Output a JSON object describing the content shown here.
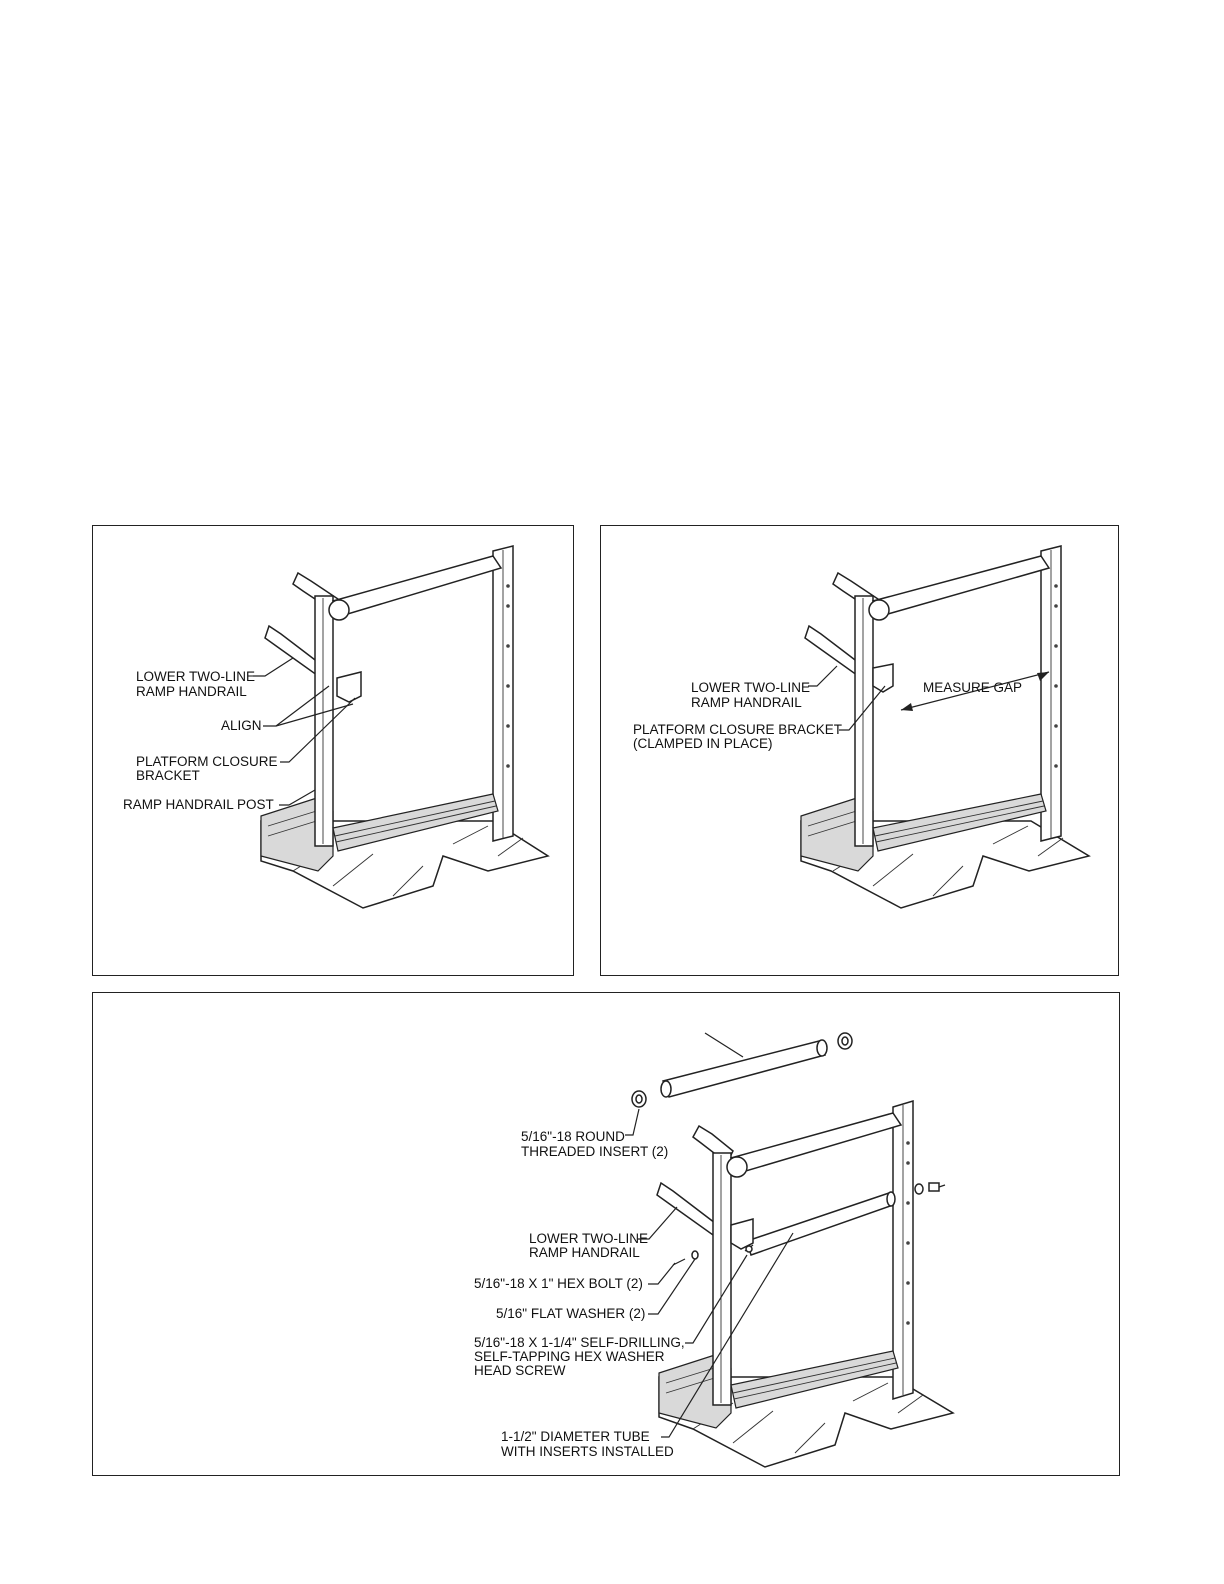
{
  "figure1": {
    "labels": {
      "lower_handrail_1": "LOWER TWO-LINE",
      "lower_handrail_2": "RAMP HANDRAIL",
      "align": "ALIGN",
      "closure_1": "PLATFORM CLOSURE",
      "closure_2": "BRACKET",
      "post": "RAMP HANDRAIL POST"
    }
  },
  "figure2": {
    "labels": {
      "lower_handrail_1": "LOWER TWO-LINE",
      "lower_handrail_2": "RAMP HANDRAIL",
      "measure_gap": "MEASURE GAP",
      "closure_1": "PLATFORM CLOSURE BRACKET",
      "closure_2": "(CLAMPED IN PLACE)"
    }
  },
  "figure3": {
    "labels": {
      "insert_1": "5/16\"-18 ROUND",
      "insert_2": "THREADED INSERT (2)",
      "lower_handrail_1": "LOWER TWO-LINE",
      "lower_handrail_2": "RAMP HANDRAIL",
      "hex_bolt": "5/16\"-18 X 1\" HEX BOLT (2)",
      "flat_washer": "5/16\" FLAT WASHER (2)",
      "screw_1": "5/16\"-18 X 1-1/4\" SELF-DRILLING,",
      "screw_2": "SELF-TAPPING HEX WASHER",
      "screw_3": "HEAD SCREW",
      "tube_1": "1-1/2\" DIAMETER TUBE",
      "tube_2": "WITH INSERTS INSTALLED"
    }
  }
}
